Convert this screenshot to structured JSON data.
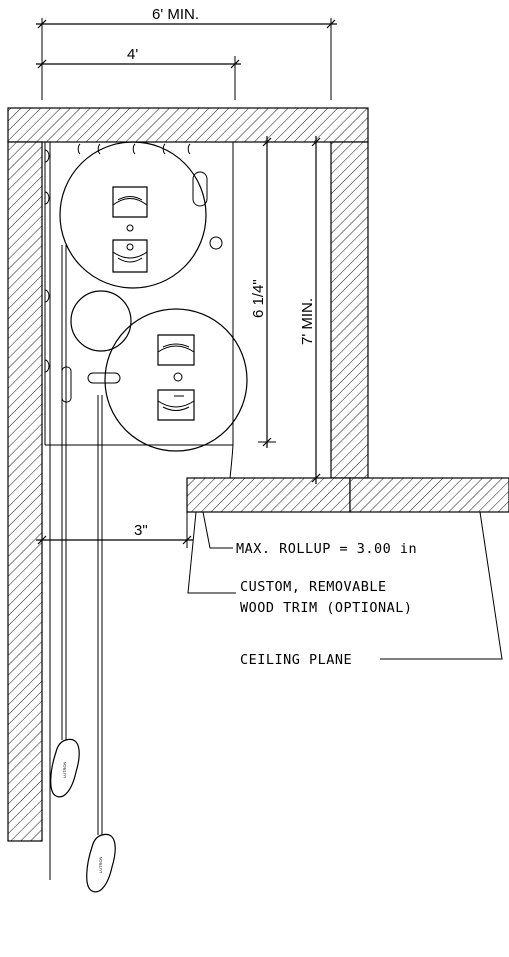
{
  "dimensions": {
    "min_width_top": "6' MIN.",
    "width_4": "4'",
    "drop_6_25": "6 1/4\"",
    "min_height_7": "7' MIN.",
    "offset_3": "3\""
  },
  "notes": {
    "rollup": "MAX. ROLLUP = 3.00 in",
    "trim_line1": "CUSTOM, REMOVABLE",
    "trim_line2": "WOOD TRIM (OPTIONAL)",
    "ceiling": "CEILING PLANE"
  },
  "pull_labels": {
    "left": "LUTRON",
    "right": "LUTRON"
  }
}
